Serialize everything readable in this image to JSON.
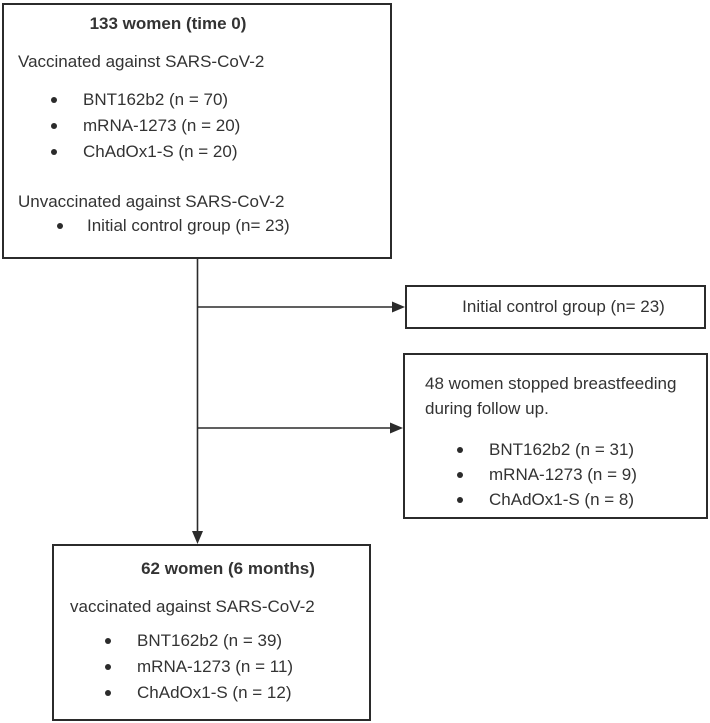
{
  "figure": {
    "background": "#ffffff",
    "border_color": "#2b2b2b",
    "text_color": "#333333",
    "arrow_color": "#2b2b2b"
  },
  "box_time0": {
    "title": "133 women (time 0)",
    "vaccinated_label": "Vaccinated against SARS-CoV-2",
    "vaccinated_items": [
      "BNT162b2 (n = 70)",
      "mRNA-1273 (n = 20)",
      "ChAdOx1-S (n = 20)"
    ],
    "unvaccinated_label": "Unvaccinated against SARS-CoV-2",
    "unvaccinated_item": "Initial control group (n= 23)"
  },
  "box_control": {
    "label": "Initial control group (n= 23)"
  },
  "box_dropout": {
    "line1": "48 women stopped breastfeeding",
    "line2": "during follow up.",
    "items": [
      "BNT162b2 (n = 31)",
      "mRNA-1273 (n = 9)",
      "ChAdOx1-S (n = 8)"
    ]
  },
  "box_6months": {
    "title": "62 women (6 months)",
    "subtitle": "vaccinated against SARS-CoV-2",
    "items": [
      "BNT162b2 (n = 39)",
      "mRNA-1273 (n = 11)",
      "ChAdOx1-S (n = 12)"
    ]
  }
}
